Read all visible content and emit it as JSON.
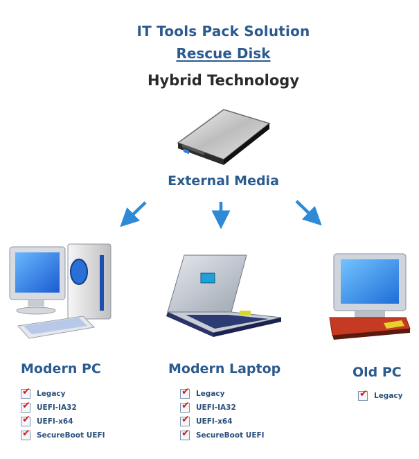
{
  "header": {
    "title": "IT Tools Pack Solution",
    "subtitle": "Rescue Disk",
    "technology": "Hybrid Technology"
  },
  "source": {
    "label": "External Media",
    "icon": "external-drive-icon"
  },
  "targets": [
    {
      "label": "Modern PC",
      "icon": "desktop-computer-icon",
      "features": [
        "Legacy",
        "UEFI-IA32",
        "UEFI-x64",
        "SecureBoot UEFI"
      ]
    },
    {
      "label": "Modern Laptop",
      "icon": "laptop-icon",
      "features": [
        "Legacy",
        "UEFI-IA32",
        "UEFI-x64",
        "SecureBoot UEFI"
      ]
    },
    {
      "label": "Old PC",
      "icon": "old-computer-icon",
      "features": [
        "Legacy"
      ]
    }
  ],
  "colors": {
    "heading": "#2b5a8f",
    "arrow": "#2e8ad6",
    "check": "#d11a1a"
  }
}
